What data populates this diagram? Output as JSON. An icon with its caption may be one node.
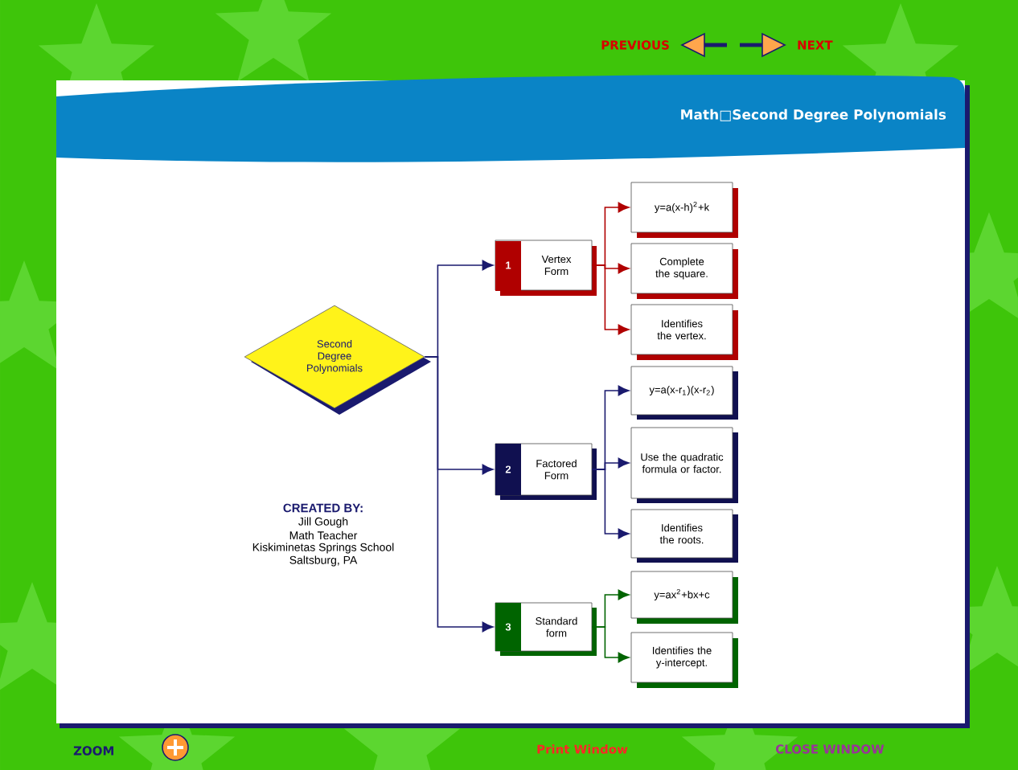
{
  "diagram": {
    "title": "Math□Second Degree Polynomials",
    "nodes": [
      {
        "text": [
          "Second Degree Polynomials"
        ]
      },
      {
        "text": [
          "1",
          "Vertex Form"
        ]
      },
      {
        "text": [
          "y=a(x-h)$^{2}$+k"
        ]
      },
      {
        "text": [
          "Complete the square."
        ]
      },
      {
        "text": [
          "Identifies the vertex."
        ]
      },
      {
        "text": [
          "2",
          "Factored Form"
        ]
      },
      {
        "text": [
          "y=a(x-r$_{1}$)(x-r$_{2}$)"
        ]
      },
      {
        "text": [
          "Use the quadratic formula or factor."
        ]
      },
      {
        "text": [
          "Identifies the roots."
        ]
      },
      {
        "text": [
          "3",
          "Standard form"
        ]
      },
      {
        "text": [
          "y=ax$^{2}$+bx+c"
        ]
      },
      {
        "text": [
          "Identifies the y-intercept."
        ]
      }
    ],
    "edges": [
      {
        "from": 0,
        "to": 1,
        "arrow": "to"
      },
      {
        "from": 0,
        "to": 5,
        "arrow": "to"
      },
      {
        "from": 0,
        "to": 9,
        "arrow": "to"
      },
      {
        "from": 1,
        "to": 2,
        "arrow": "to",
        "color": "#b00000"
      },
      {
        "from": 1,
        "to": 3,
        "arrow": "to",
        "color": "#b00000"
      },
      {
        "from": 1,
        "to": 4,
        "arrow": "to",
        "color": "#b00000"
      },
      {
        "from": 5,
        "to": 6,
        "arrow": "to"
      },
      {
        "from": 5,
        "to": 7,
        "arrow": "to"
      },
      {
        "from": 5,
        "to": 8,
        "arrow": "to"
      },
      {
        "from": 9,
        "to": 10,
        "arrow": "to",
        "color": "#006400"
      },
      {
        "from": 9,
        "to": 11,
        "arrow": "to",
        "color": "#006400"
      }
    ],
    "labels": [
      "PREVIOUS",
      "NEXT",
      "CREATED BY:",
      "Jill Gough",
      "Math Teacher",
      "Kiskiminetas Springs School",
      "Saltsburg, PA",
      "ZOOM",
      "Print Window",
      "CLOSE WINDOW"
    ]
  }
}
